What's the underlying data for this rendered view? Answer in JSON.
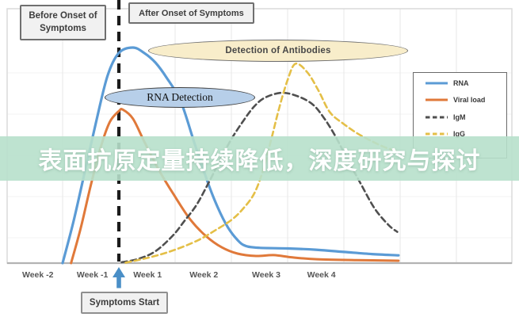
{
  "banner": {
    "text": "表面抗原定量持续降低，深度研究与探讨",
    "bg_rgba": "rgba(183,224,203,0.9)",
    "text_color": "#ffffff"
  },
  "labels": {
    "before_box_line1": "Before Onset of",
    "before_box_line2": "Symptoms",
    "after_box": "After Onset of Symptoms",
    "symptoms_start": "Symptoms Start",
    "antibodies_ellipse": "Detection of Antibodies",
    "rna_ellipse": "RNA Detection"
  },
  "legend": {
    "items": [
      {
        "label": "RNA",
        "color": "#5b9bd5",
        "dash": "solid"
      },
      {
        "label": "Viral load",
        "color": "#e0793a",
        "dash": "solid"
      },
      {
        "label": "IgM",
        "color": "#4f4f4f",
        "dash": "dashed"
      },
      {
        "label": "IgG",
        "color": "#e4bf47",
        "dash": "dashed"
      }
    ]
  },
  "chart_data": {
    "type": "line",
    "x_unit": "weeks relative to symptom onset",
    "y_unit": "relative level (unlabeled axis)",
    "xlim": [
      -2,
      7
    ],
    "ylim": [
      0,
      1
    ],
    "grid": true,
    "legend_position": "upper right",
    "onset_line_week": 0,
    "x_ticks": [
      {
        "label": "Week -2",
        "t": -1.44
      },
      {
        "label": "Week -1",
        "t": -0.47
      },
      {
        "label": "Week 1",
        "t": 0.51
      },
      {
        "label": "Week 2",
        "t": 1.51
      },
      {
        "label": "Week 3",
        "t": 2.62
      },
      {
        "label": "Week 4",
        "t": 3.6
      }
    ],
    "series": [
      {
        "name": "RNA",
        "color": "#5b9bd5",
        "width": 3.2,
        "dash": "solid",
        "points": [
          [
            -1.0,
            0.0
          ],
          [
            -0.8,
            0.2
          ],
          [
            -0.6,
            0.43
          ],
          [
            -0.4,
            0.66
          ],
          [
            -0.2,
            0.87
          ],
          [
            0.0,
            0.975
          ],
          [
            0.25,
            1.0
          ],
          [
            0.45,
            0.975
          ],
          [
            0.65,
            0.93
          ],
          [
            0.85,
            0.86
          ],
          [
            1.1,
            0.75
          ],
          [
            1.34,
            0.56
          ],
          [
            1.58,
            0.375
          ],
          [
            1.76,
            0.257
          ],
          [
            1.94,
            0.165
          ],
          [
            2.11,
            0.107
          ],
          [
            2.25,
            0.08
          ],
          [
            2.5,
            0.071
          ],
          [
            3.0,
            0.068
          ],
          [
            3.5,
            0.062
          ],
          [
            4.0,
            0.052
          ],
          [
            4.5,
            0.042
          ],
          [
            4.97,
            0.036
          ]
        ]
      },
      {
        "name": "Viral load",
        "color": "#e0793a",
        "width": 3.0,
        "dash": "solid",
        "points": [
          [
            -0.85,
            0.0
          ],
          [
            -0.68,
            0.16
          ],
          [
            -0.5,
            0.36
          ],
          [
            -0.32,
            0.54
          ],
          [
            -0.16,
            0.655
          ],
          [
            0.0,
            0.705
          ],
          [
            0.07,
            0.712
          ],
          [
            0.25,
            0.67
          ],
          [
            0.45,
            0.565
          ],
          [
            0.7,
            0.437
          ],
          [
            0.99,
            0.312
          ],
          [
            1.27,
            0.202
          ],
          [
            1.55,
            0.125
          ],
          [
            1.83,
            0.073
          ],
          [
            2.11,
            0.044
          ],
          [
            2.44,
            0.033
          ],
          [
            2.75,
            0.037
          ],
          [
            3.1,
            0.026
          ],
          [
            3.52,
            0.018
          ],
          [
            4.23,
            0.014
          ],
          [
            4.97,
            0.011
          ]
        ]
      },
      {
        "name": "IgM",
        "color": "#4f4f4f",
        "width": 2.6,
        "dash": "dashed",
        "points": [
          [
            0.05,
            0.004
          ],
          [
            0.35,
            0.02
          ],
          [
            0.65,
            0.055
          ],
          [
            0.95,
            0.125
          ],
          [
            1.15,
            0.19
          ],
          [
            1.38,
            0.27
          ],
          [
            1.6,
            0.375
          ],
          [
            1.8,
            0.478
          ],
          [
            2.0,
            0.575
          ],
          [
            2.2,
            0.655
          ],
          [
            2.4,
            0.725
          ],
          [
            2.6,
            0.768
          ],
          [
            2.9,
            0.79
          ],
          [
            3.2,
            0.772
          ],
          [
            3.45,
            0.735
          ],
          [
            3.65,
            0.672
          ],
          [
            3.85,
            0.588
          ],
          [
            4.05,
            0.488
          ],
          [
            4.3,
            0.368
          ],
          [
            4.55,
            0.252
          ],
          [
            4.8,
            0.175
          ],
          [
            4.95,
            0.145
          ]
        ]
      },
      {
        "name": "IgG",
        "color": "#e4bf47",
        "width": 2.6,
        "dash": "dashed",
        "points": [
          [
            0.12,
            0.002
          ],
          [
            0.6,
            0.03
          ],
          [
            1.0,
            0.062
          ],
          [
            1.4,
            0.105
          ],
          [
            1.7,
            0.15
          ],
          [
            2.0,
            0.2
          ],
          [
            2.2,
            0.25
          ],
          [
            2.4,
            0.32
          ],
          [
            2.55,
            0.42
          ],
          [
            2.7,
            0.565
          ],
          [
            2.85,
            0.72
          ],
          [
            3.0,
            0.85
          ],
          [
            3.14,
            0.925
          ],
          [
            3.35,
            0.885
          ],
          [
            3.55,
            0.8
          ],
          [
            3.75,
            0.7
          ],
          [
            4.0,
            0.645
          ],
          [
            4.25,
            0.6
          ],
          [
            4.5,
            0.565
          ],
          [
            4.75,
            0.535
          ],
          [
            4.95,
            0.52
          ]
        ]
      }
    ]
  }
}
